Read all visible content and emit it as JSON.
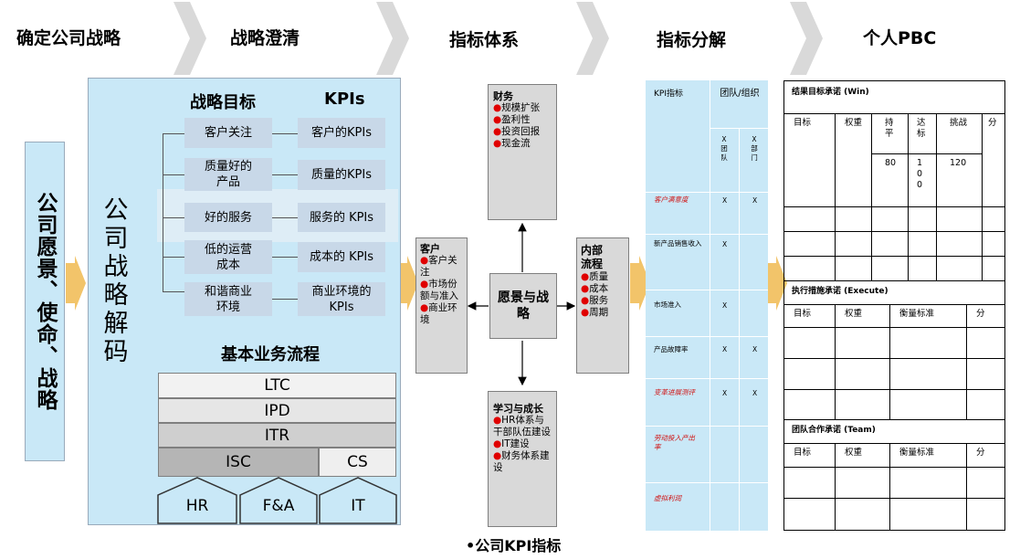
{
  "stages": [
    "确定公司战略",
    "战略澄清",
    "指标体系",
    "指标分解",
    "个人PBC"
  ],
  "vision_box": {
    "label": "公司愿景、使命、战略"
  },
  "decode_panel": {
    "vertical_label": "公司战略解码",
    "goals_header": "战略目标",
    "kpis_header": "KPIs",
    "goals": [
      "客户关注",
      "质量好的产品",
      "好的服务",
      "低的运营成本",
      "和谐商业环境"
    ],
    "kpis": [
      "客户的KPIs",
      "质量的KPIs",
      "服务的 KPIs",
      "成本的 KPIs",
      "商业环境的KPIs"
    ],
    "process_header": "基本业务流程",
    "processes": [
      "LTC",
      "IPD",
      "ITR",
      "ISC",
      "CS"
    ],
    "foundations": [
      "HR",
      "F&A",
      "IT"
    ]
  },
  "bsc": {
    "center": "愿景与战略",
    "finance": {
      "title": "财务",
      "items": [
        "规模扩张",
        "盈利性",
        "投资回报",
        "现金流"
      ]
    },
    "customer": {
      "title": "客户",
      "items": [
        "客户关注",
        "市场份额与准入",
        "商业环境"
      ]
    },
    "internal": {
      "title": "内部流程",
      "items": [
        "质量",
        "成本",
        "服务",
        "周期"
      ]
    },
    "learning": {
      "title": "学习与成长",
      "items": [
        "HR体系与干部队伍建设",
        "IT建设",
        "财务体系建设"
      ]
    },
    "caption": "•公司KPI指标"
  },
  "kpi_table": {
    "col1_header": "KPI指标",
    "col2_header": "团队/组织",
    "sub1": "X团队",
    "sub2": "X部门",
    "rows": [
      {
        "label": "客户满意度",
        "red": true,
        "a": "X",
        "b": "X"
      },
      {
        "label": "新产品销售收入",
        "red": false,
        "a": "X",
        "b": ""
      },
      {
        "label": "市场准入",
        "red": false,
        "a": "X",
        "b": ""
      },
      {
        "label": "产品故障率",
        "red": false,
        "a": "X",
        "b": "X"
      },
      {
        "label": "变革进展测评",
        "red": true,
        "a": "X",
        "b": "X"
      },
      {
        "label": "劳动投入产出率",
        "red": true,
        "a": "",
        "b": ""
      },
      {
        "label": "虚拟利润",
        "red": true,
        "a": "",
        "b": ""
      }
    ]
  },
  "pbc": {
    "win_title": "结果目标承诺 (Win)",
    "win_headers": [
      "目标",
      "权重",
      "持平",
      "达标",
      "挑战",
      "分"
    ],
    "win_values": [
      "80",
      "100",
      "120"
    ],
    "execute_title": "执行措施承诺 (Execute)",
    "execute_headers": [
      "目标",
      "权重",
      "衡量标准",
      "分"
    ],
    "team_title": "团队合作承诺 (Team)",
    "team_headers": [
      "目标",
      "权重",
      "衡量标准",
      "分"
    ]
  },
  "colors": {
    "panel": "#c9e8f7",
    "pill": "#c8d8e8",
    "arrow": "#f2c46a",
    "chevron": "#d9d9d9",
    "kpi": "#c9e8f7"
  }
}
